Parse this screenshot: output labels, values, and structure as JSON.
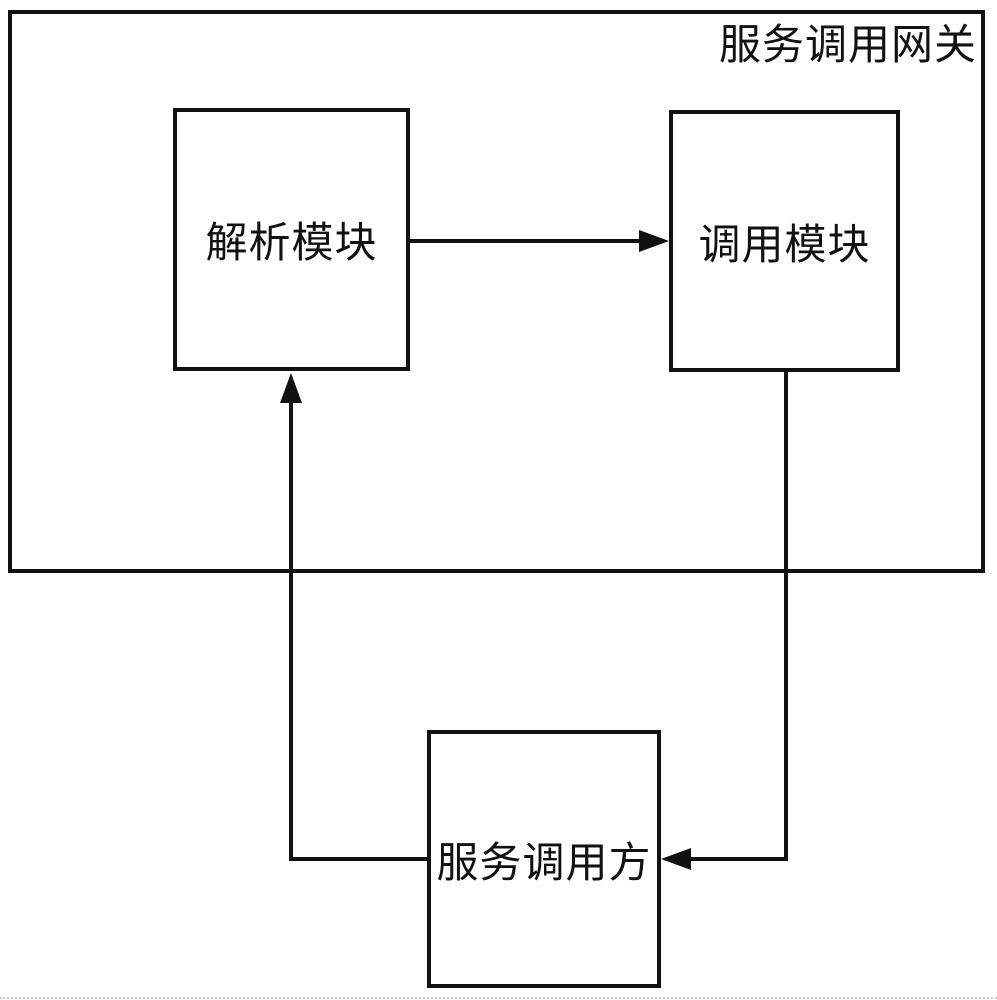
{
  "diagram": {
    "gateway_label": "服务调用网关",
    "nodes": [
      {
        "id": "parsing-module",
        "label": "解析模块"
      },
      {
        "id": "invocation-module",
        "label": "调用模块"
      },
      {
        "id": "service-caller",
        "label": "服务调用方"
      }
    ],
    "edges": [
      {
        "from": "parsing-module",
        "to": "invocation-module",
        "style": "straight-right-arrow"
      },
      {
        "from": "service-caller",
        "to": "parsing-module",
        "style": "elbow-left-then-up-arrow"
      },
      {
        "from": "invocation-module",
        "to": "service-caller",
        "style": "elbow-down-then-left-arrow"
      }
    ],
    "colors": {
      "ink": "#111111",
      "background": "#ffffff"
    }
  }
}
